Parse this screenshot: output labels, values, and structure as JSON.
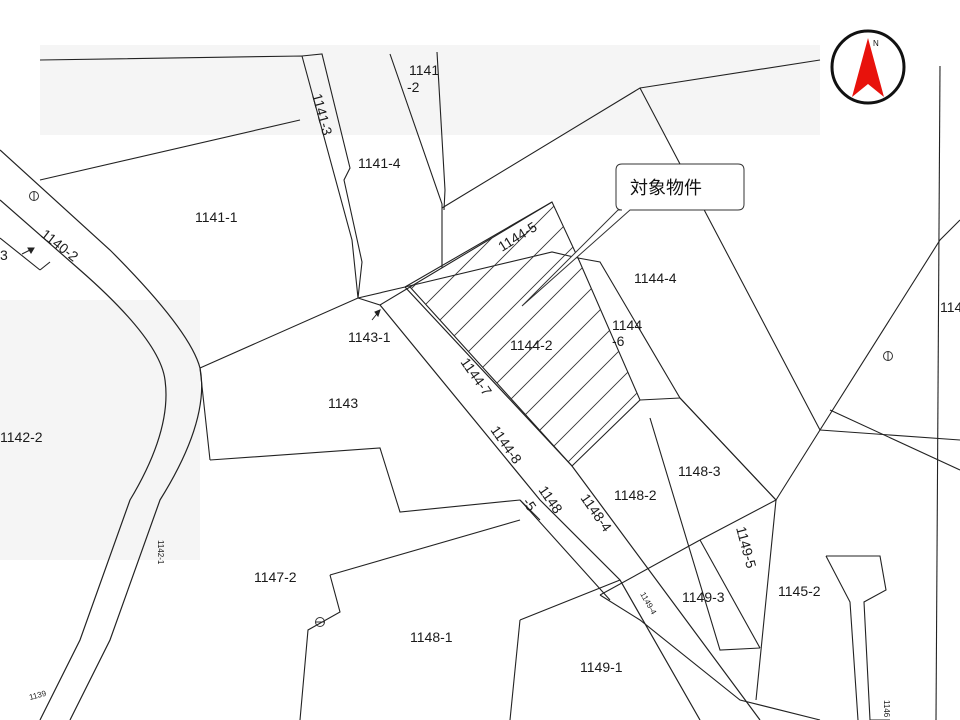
{
  "parcels": {
    "p1141_2": [
      "1141",
      "-2"
    ],
    "p1141_3": "1141-3",
    "p1141_4": "1141-4",
    "p1141_1": "1141-1",
    "p1140_2": "1140-2",
    "p3": "3",
    "p1144_5": "1144-5",
    "p1144_4": "1144-4",
    "p1144_6": [
      "1144",
      "-6"
    ],
    "p1144_2": "1144-2",
    "p1143_1": "1143-1",
    "p1143": "1143",
    "p1144_7": "1144-7",
    "p1142_2": "1142-2",
    "p1144_8": "1144-8",
    "p1148_5": [
      "1148",
      "-5"
    ],
    "p1148_4": "1148-4",
    "p1148_2": "1148-2",
    "p1148_3": "1148-3",
    "p1149_5": "1149-5",
    "p1147_2": "1147-2",
    "p1149_3": "1149-3",
    "p1145_2": "1145-2",
    "p1148_1": "1148-1",
    "p1149_1": "1149-1",
    "p114_edge": "114",
    "p1142_1_small": "1142-1",
    "p1149_4_small": "1149-4",
    "p1139_small": "1139",
    "p1146_small": "1146"
  },
  "callout": {
    "text": "対象物件"
  },
  "north_arrow": {
    "letter": "N",
    "color": "#e8120c"
  }
}
